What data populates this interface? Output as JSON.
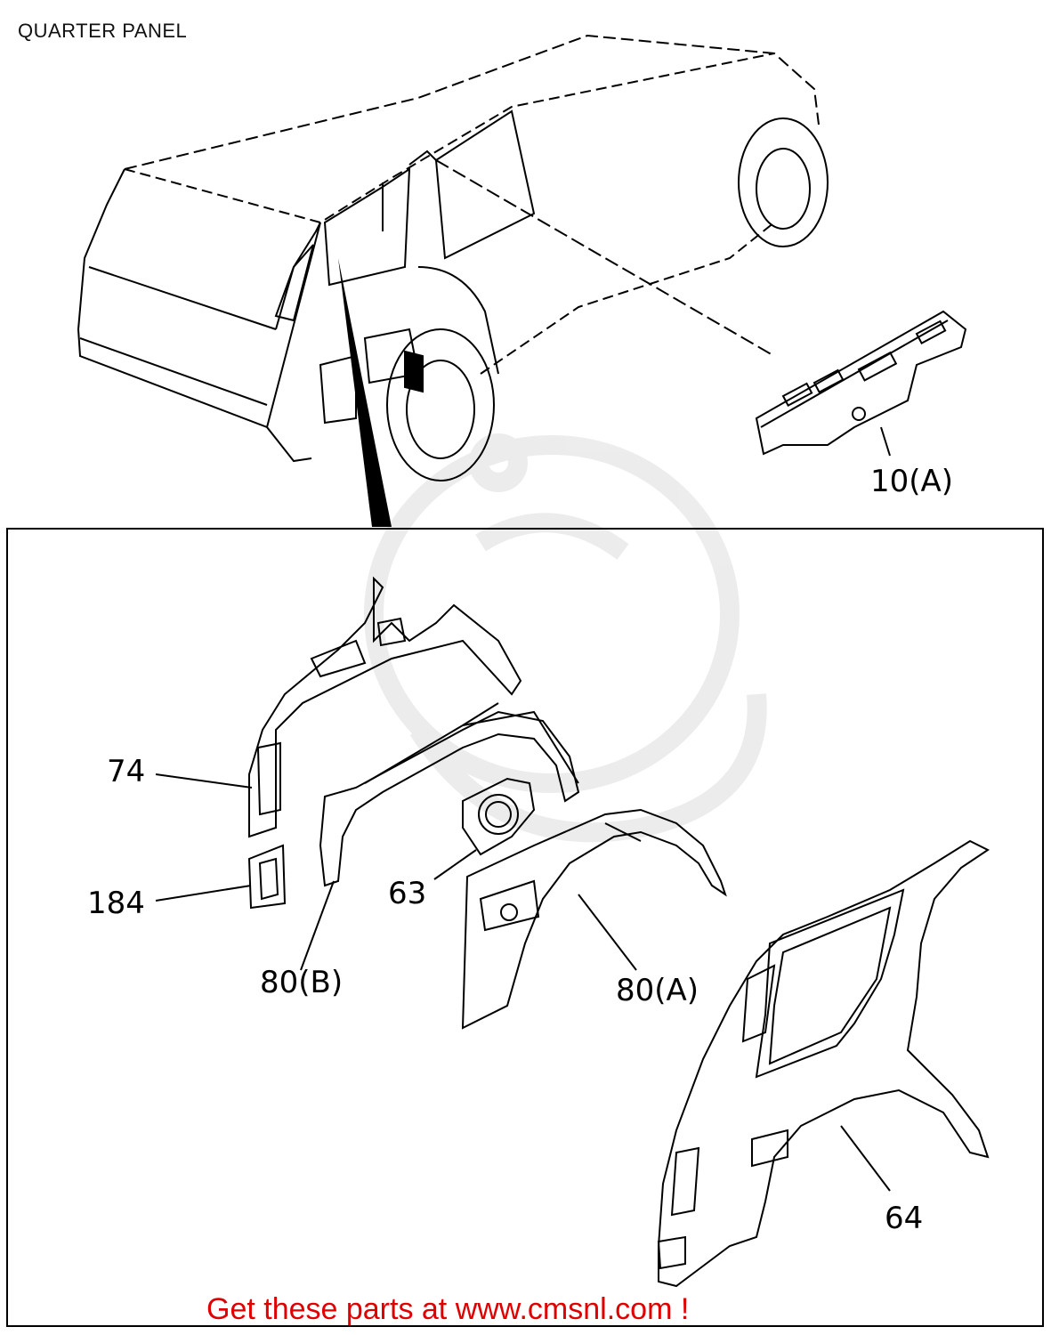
{
  "title": "QUARTER PANEL",
  "callouts": {
    "p10a": "10(A)",
    "p74": "74",
    "p184": "184",
    "p63": "63",
    "p80b": "80(B)",
    "p80a": "80(A)",
    "p64": "64"
  },
  "footer": "Get these parts at www.cmsnl.com !",
  "colors": {
    "line": "#000000",
    "footer": "#e00000",
    "watermark": "#e6e6e6"
  }
}
